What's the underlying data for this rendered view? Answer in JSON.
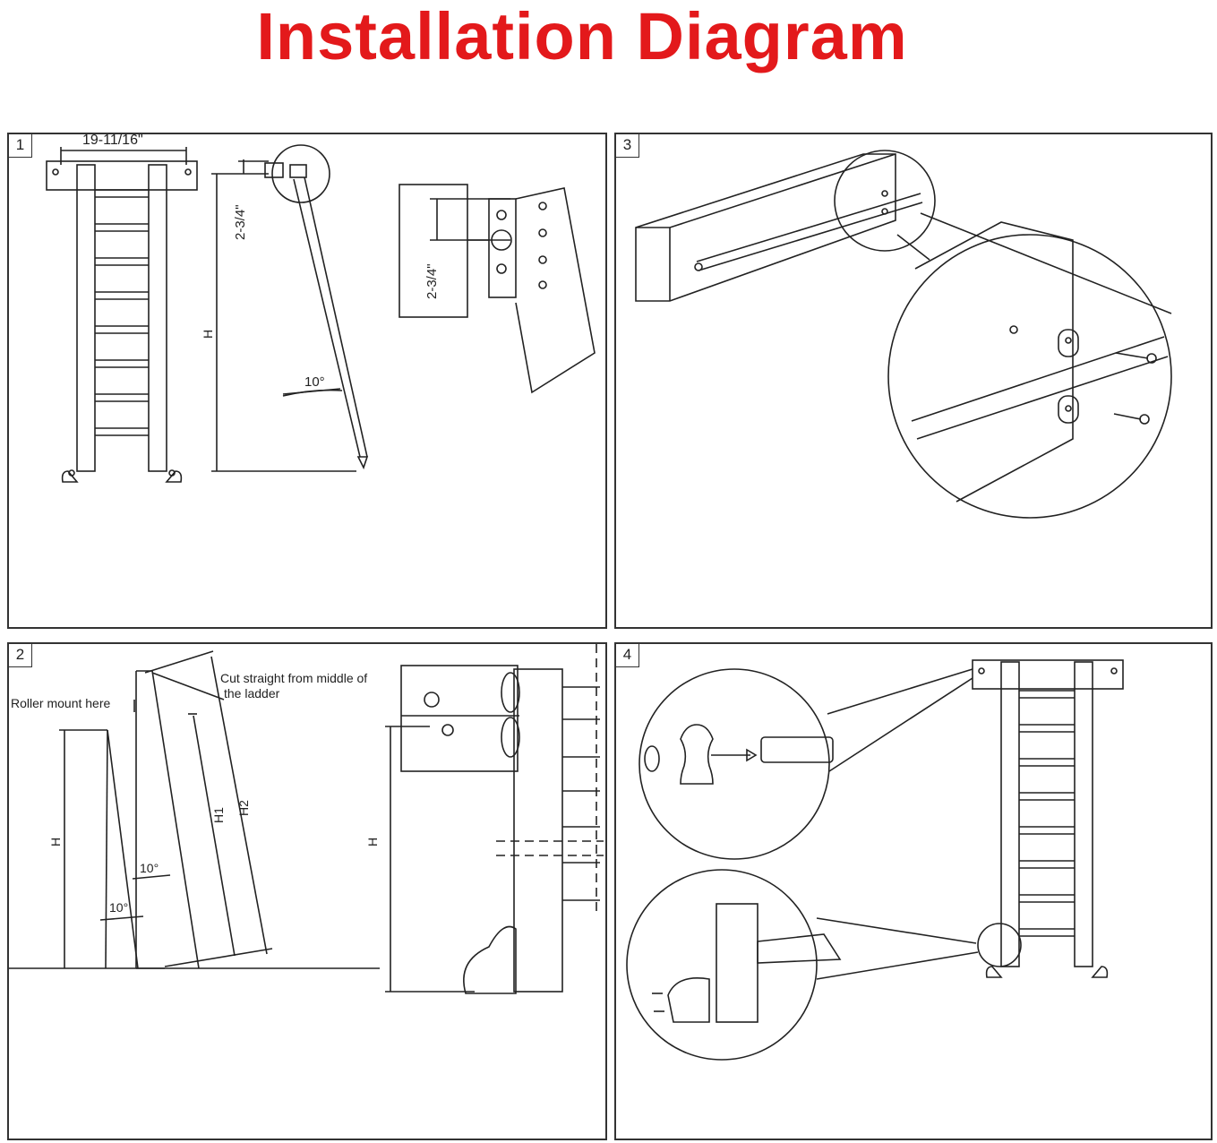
{
  "title": "Installation Diagram",
  "panels": {
    "p1": {
      "number": "1",
      "width_label": "19-11/16\"",
      "rail_height_label": "2-3/4\"",
      "detail_height_label": "2-3/4\"",
      "height_label": "H",
      "angle_label": "10°"
    },
    "p2": {
      "number": "2",
      "roller_label": "Roller mount here",
      "cut_label_1": "Cut straight from middle of",
      "cut_label_2": "the ladder",
      "h_label": "H",
      "h1_label": "H1",
      "h2_label": "H2",
      "angle_label_1": "10°",
      "angle_label_2": "10°",
      "right_h_label": "H"
    },
    "p3": {
      "number": "3"
    },
    "p4": {
      "number": "4"
    }
  },
  "colors": {
    "title": "#e3191b",
    "line": "#222222"
  }
}
